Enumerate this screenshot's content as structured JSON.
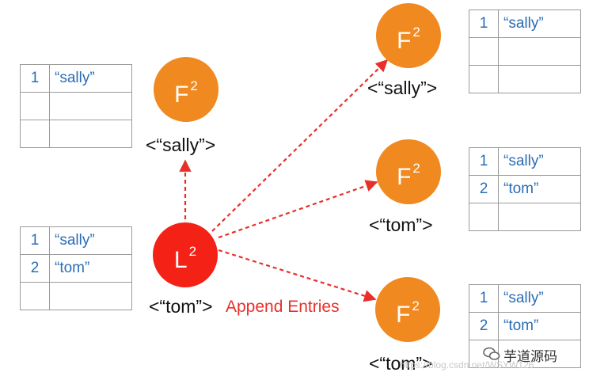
{
  "colors": {
    "follower": "#f0891f",
    "leader": "#f42116",
    "arrow": "#e8302a",
    "log_text": "#2a6db5"
  },
  "rpc_label": "Append Entries",
  "nodes": [
    {
      "id": "F-left",
      "role": "follower",
      "name": "F",
      "term": "2",
      "state_label": "<“sally”>",
      "log": [
        [
          "1",
          "“sally”"
        ],
        [
          "",
          ""
        ],
        [
          "",
          ""
        ]
      ]
    },
    {
      "id": "L",
      "role": "leader",
      "name": "L",
      "term": "2",
      "state_label": "<“tom”>",
      "log": [
        [
          "1",
          "“sally”"
        ],
        [
          "2",
          "“tom”"
        ],
        [
          "",
          ""
        ]
      ]
    },
    {
      "id": "F-top",
      "role": "follower",
      "name": "F",
      "term": "2",
      "state_label": "<“sally”>",
      "log": [
        [
          "1",
          "“sally”"
        ],
        [
          "",
          ""
        ],
        [
          "",
          ""
        ]
      ]
    },
    {
      "id": "F-mid",
      "role": "follower",
      "name": "F",
      "term": "2",
      "state_label": "<“tom”>",
      "log": [
        [
          "1",
          "“sally”"
        ],
        [
          "2",
          "“tom”"
        ],
        [
          "",
          ""
        ]
      ]
    },
    {
      "id": "F-bot",
      "role": "follower",
      "name": "F",
      "term": "2",
      "state_label": "<“tom”>",
      "log": [
        [
          "1",
          "“sally”"
        ],
        [
          "2",
          "“tom”"
        ],
        [
          "",
          ""
        ]
      ]
    }
  ],
  "watermark": {
    "icon": "wechat-icon",
    "text": "芋道源码",
    "url": "https://blog.csdn.net/WSYW126"
  }
}
